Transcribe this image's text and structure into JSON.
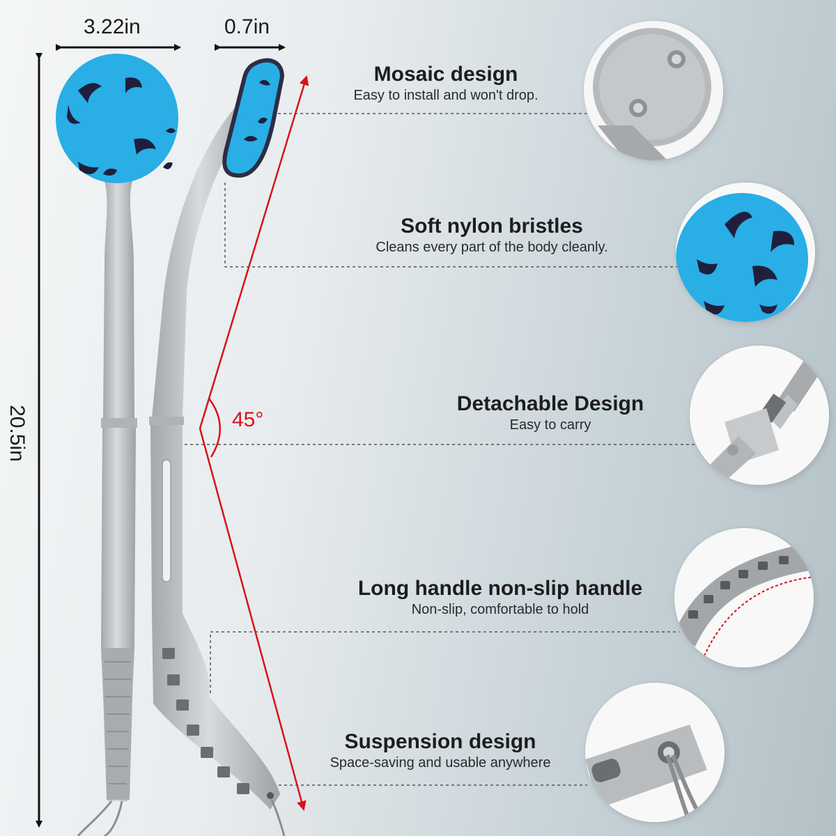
{
  "dimensions": {
    "head_width": "3.22in",
    "head_thickness": "0.7in",
    "total_length": "20.5in",
    "angle": "45°"
  },
  "features": [
    {
      "title": "Mosaic design",
      "subtitle": "Easy to install and won't drop."
    },
    {
      "title": "Soft nylon bristles",
      "subtitle": "Cleans every part of the body cleanly."
    },
    {
      "title": "Detachable Design",
      "subtitle": "Easy to carry"
    },
    {
      "title": "Long handle non-slip handle",
      "subtitle": "Non-slip, comfortable to hold"
    },
    {
      "title": "Suspension design",
      "subtitle": "Space-saving and usable anywhere"
    }
  ],
  "colors": {
    "brush_head": "#29aee6",
    "spots": "#1f1f3d",
    "handle": "#b9bcbf",
    "arrow_red": "#d8121b"
  },
  "icons": [
    "dimension-arrow",
    "angle-arc",
    "detail-magnifier-circle"
  ]
}
